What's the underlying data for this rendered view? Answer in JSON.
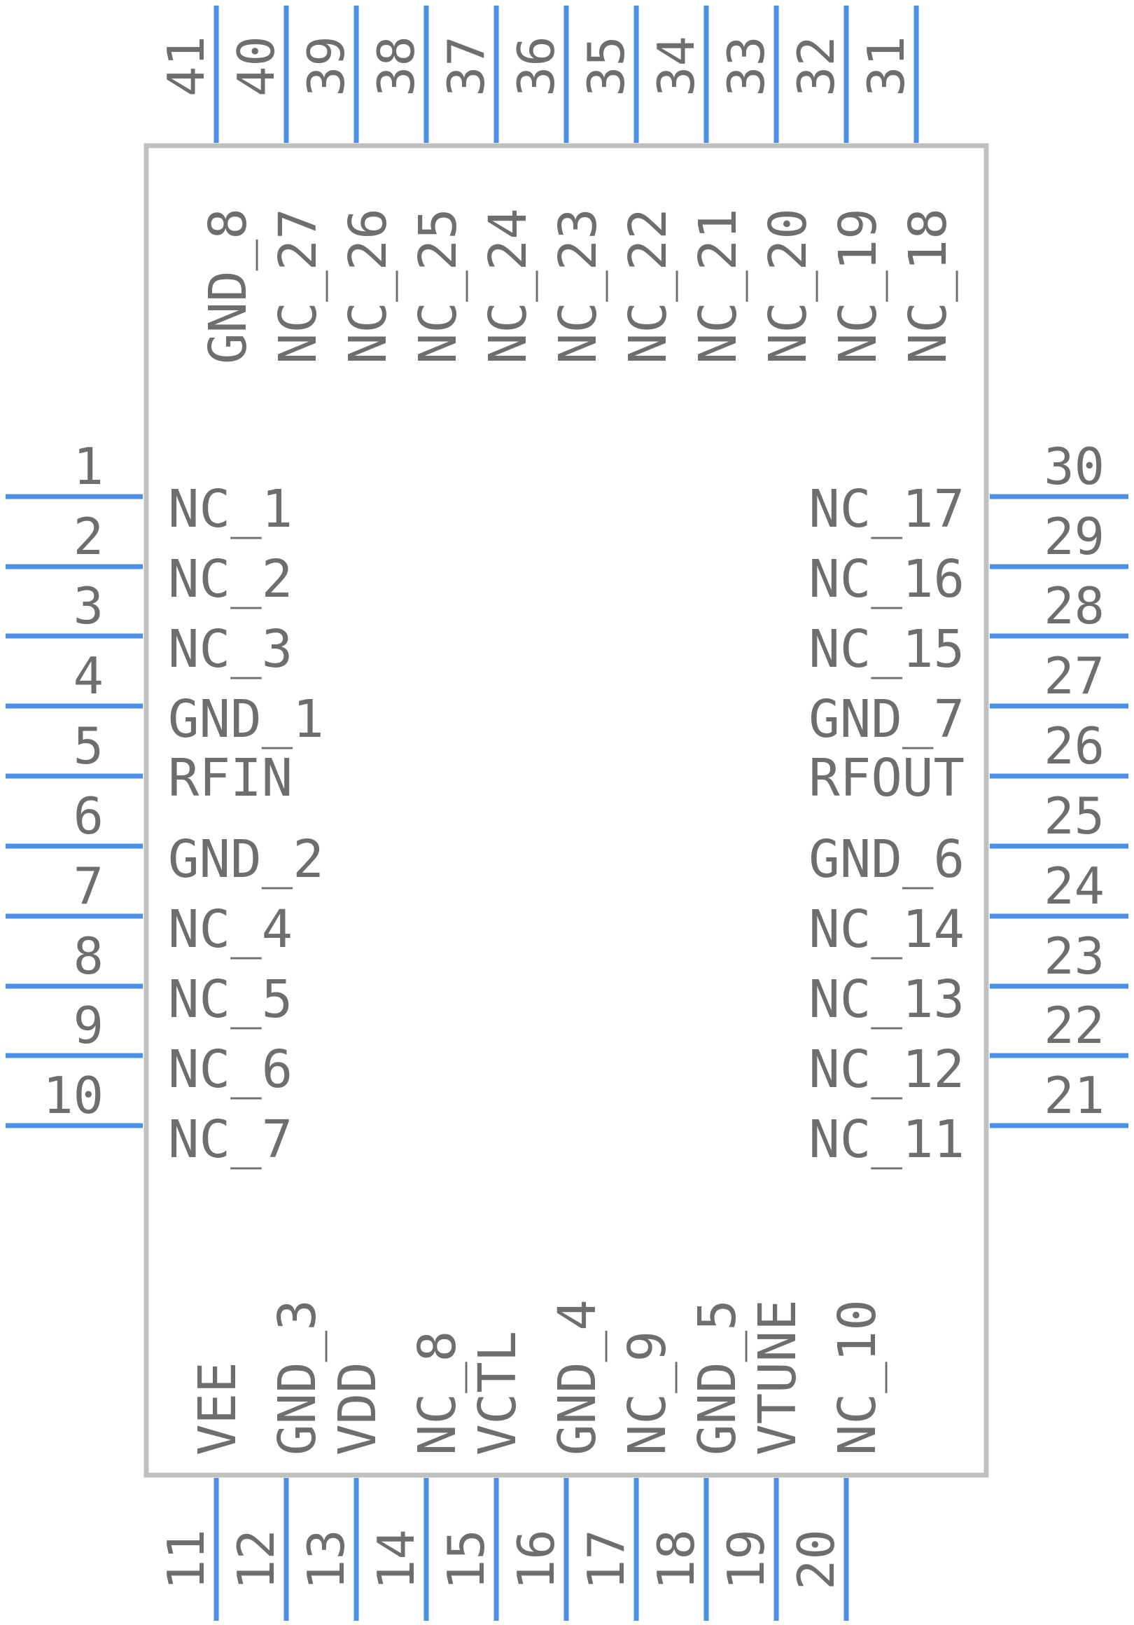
{
  "component": {
    "colors": {
      "pin": "#4a8fe8",
      "outline": "#c0c0c0",
      "text": "#6e6e6e"
    },
    "pins": {
      "left": [
        {
          "num": "1",
          "label": "NC_1"
        },
        {
          "num": "2",
          "label": "NC_2"
        },
        {
          "num": "3",
          "label": "NC_3"
        },
        {
          "num": "4",
          "label": "GND_1"
        },
        {
          "num": "5",
          "label": "RFIN"
        },
        {
          "num": "6",
          "label": "GND_2"
        },
        {
          "num": "7",
          "label": "NC_4"
        },
        {
          "num": "8",
          "label": "NC_5"
        },
        {
          "num": "9",
          "label": "NC_6"
        },
        {
          "num": "10",
          "label": "NC_7"
        }
      ],
      "right": [
        {
          "num": "30",
          "label": "NC_17"
        },
        {
          "num": "29",
          "label": "NC_16"
        },
        {
          "num": "28",
          "label": "NC_15"
        },
        {
          "num": "27",
          "label": "GND_7"
        },
        {
          "num": "26",
          "label": "RFOUT"
        },
        {
          "num": "25",
          "label": "GND_6"
        },
        {
          "num": "24",
          "label": "NC_14"
        },
        {
          "num": "23",
          "label": "NC_13"
        },
        {
          "num": "22",
          "label": "NC_12"
        },
        {
          "num": "21",
          "label": "NC_11"
        }
      ],
      "top_numbers": [
        "41",
        "40",
        "39",
        "38",
        "37",
        "36",
        "35",
        "34",
        "33",
        "32",
        "31"
      ],
      "top_labels": [
        "GND_8",
        "NC_27",
        "NC_26",
        "NC_25",
        "NC_24",
        "NC_23",
        "NC_22",
        "NC_21",
        "NC_20",
        "NC_19",
        "NC_18"
      ],
      "bottom_numbers": [
        "11",
        "12",
        "13",
        "14",
        "15",
        "16",
        "17",
        "18",
        "19",
        "20"
      ],
      "bottom_labels": [
        "VEE",
        "GND_3",
        "VDD",
        "NC_8",
        "VCTL",
        "GND_4",
        "NC_9",
        "GND_5",
        "VTUNE",
        "NC_10"
      ]
    }
  }
}
